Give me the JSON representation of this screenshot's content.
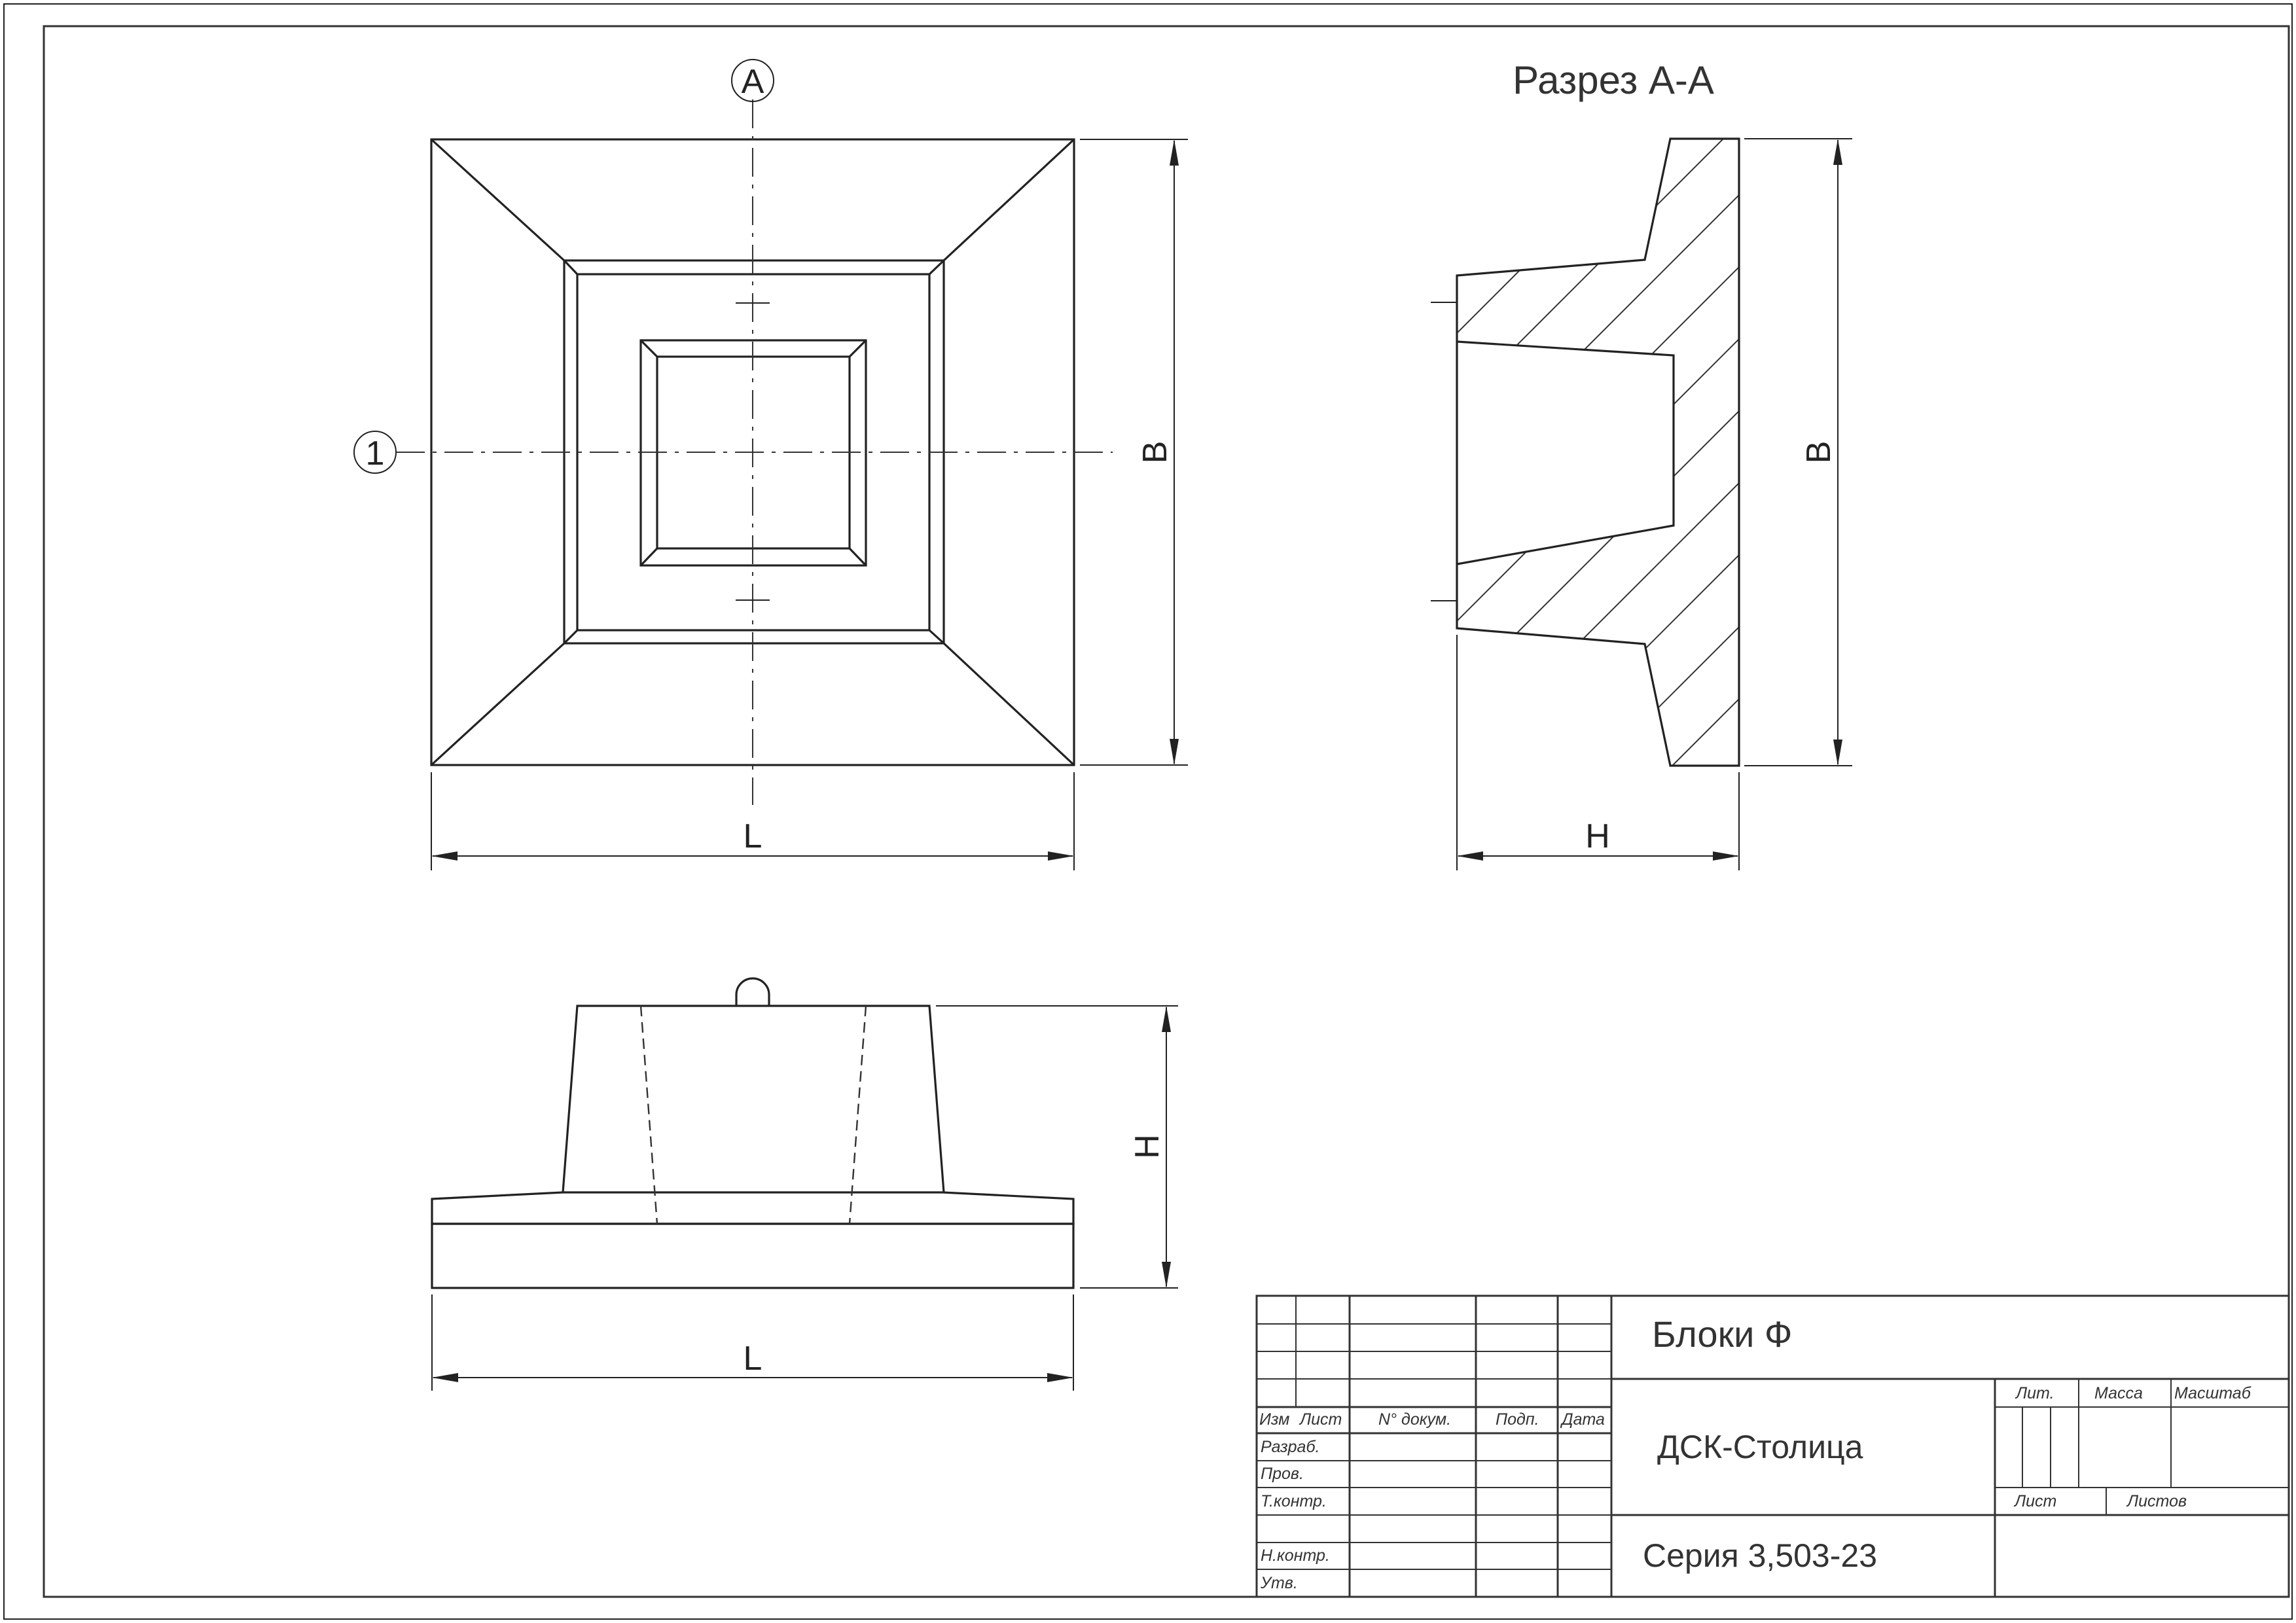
{
  "drawing": {
    "section_title": "Разрез А-А",
    "cut_marker": "А",
    "axis_marker": "1",
    "dims": {
      "plan_length": "L",
      "plan_width": "B",
      "section_width": "B",
      "section_height": "H",
      "side_height": "H",
      "side_length": "L"
    }
  },
  "title_block": {
    "name": "Блоки Ф",
    "organization": "ДСК-Столица",
    "series": "Серия 3,503-23",
    "columns": {
      "izm": "Изм",
      "list": "Лист",
      "doc_no": "N° докум.",
      "sign": "Подп.",
      "date": "Дата"
    },
    "rows": {
      "razrab": "Разраб.",
      "prov": "Пров.",
      "tkontr": "Т.контр.",
      "nkontr": "Н.контр.",
      "utv": "Утв."
    },
    "lit": "Лит.",
    "massa": "Масса",
    "masshtab": "Масштаб",
    "sheet": "Лист",
    "sheets": "Листов"
  }
}
